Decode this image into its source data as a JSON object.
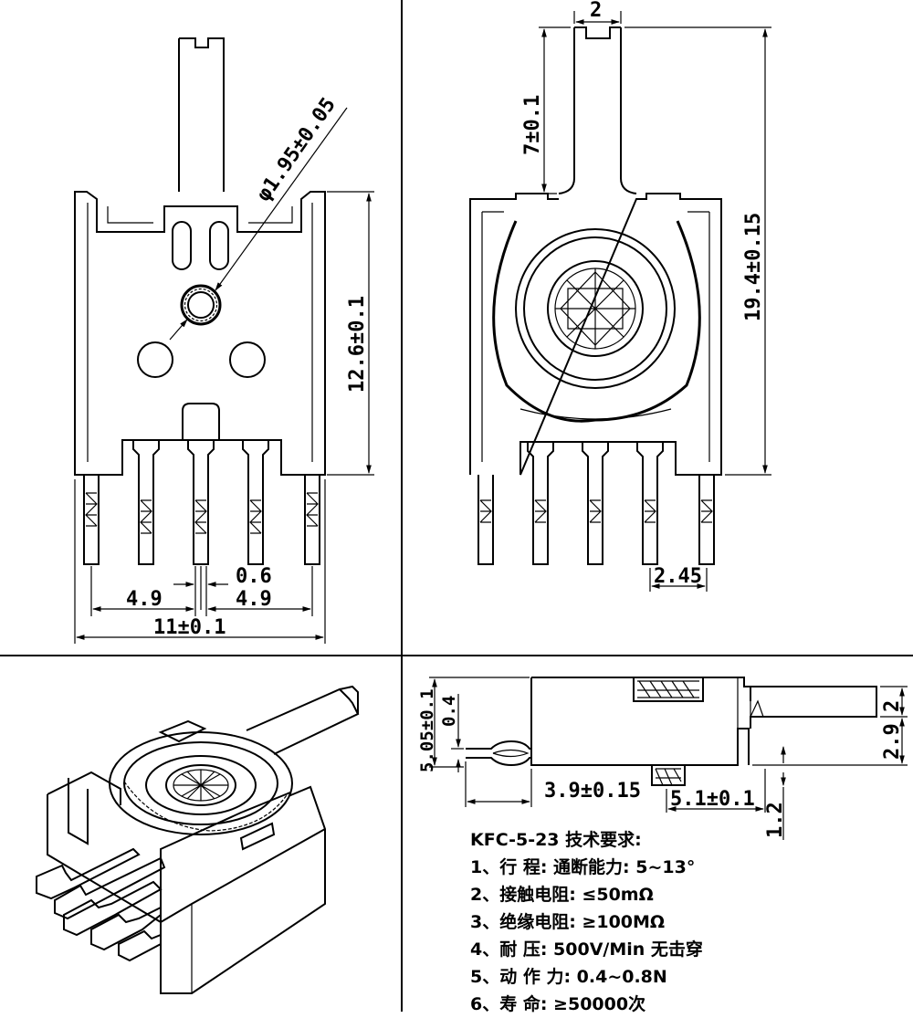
{
  "view_front": {
    "diameter": "φ1.95±0.05",
    "height": "12.6±0.1",
    "gap": "0.6",
    "left_half": "4.9",
    "right_half": "4.9",
    "width": "11±0.1"
  },
  "view_side": {
    "shaft_width": "2",
    "shaft_length": "7±0.1",
    "total_height": "19.4±0.15",
    "pin_pitch": "2.45"
  },
  "view_bottom": {
    "total_depth": "5.05±0.1",
    "small_depth": "0.4",
    "shaft_offset": "3.9±0.15",
    "tab_pos": "5.1±0.1",
    "pin_len": "1.2",
    "step_top": "2",
    "step_bottom": "2.9"
  },
  "spec": {
    "title": "KFC-5-23 技术要求:",
    "items": [
      "1、行    程: 通断能力: 5~13°",
      "2、接触电阻: ≤50mΩ",
      "3、绝缘电阻: ≥100MΩ",
      "4、耐    压: 500V/Min  无击穿",
      "5、动 作 力: 0.4~0.8N",
      "6、寿    命: ≥50000次"
    ]
  }
}
